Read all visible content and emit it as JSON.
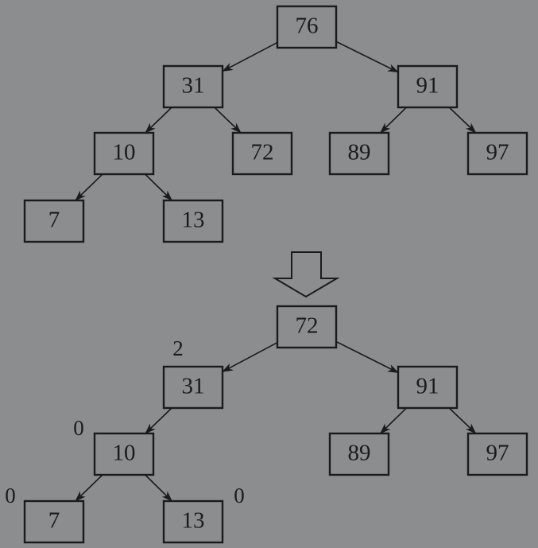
{
  "trees": [
    {
      "nodes": [
        {
          "id": "a76",
          "label": "76"
        },
        {
          "id": "a31",
          "label": "31"
        },
        {
          "id": "a91",
          "label": "91"
        },
        {
          "id": "a10",
          "label": "10"
        },
        {
          "id": "a72",
          "label": "72"
        },
        {
          "id": "a89",
          "label": "89"
        },
        {
          "id": "a97",
          "label": "97"
        },
        {
          "id": "a7",
          "label": "7"
        },
        {
          "id": "a13",
          "label": "13"
        }
      ],
      "edges": [
        [
          "a76",
          "a31"
        ],
        [
          "a76",
          "a91"
        ],
        [
          "a31",
          "a10"
        ],
        [
          "a31",
          "a72"
        ],
        [
          "a91",
          "a89"
        ],
        [
          "a91",
          "a97"
        ],
        [
          "a10",
          "a7"
        ],
        [
          "a10",
          "a13"
        ]
      ],
      "balance_labels": []
    },
    {
      "nodes": [
        {
          "id": "b72",
          "label": "72"
        },
        {
          "id": "b31",
          "label": "31"
        },
        {
          "id": "b91",
          "label": "91"
        },
        {
          "id": "b10",
          "label": "10"
        },
        {
          "id": "b89",
          "label": "89"
        },
        {
          "id": "b97",
          "label": "97"
        },
        {
          "id": "b7",
          "label": "7"
        },
        {
          "id": "b13",
          "label": "13"
        }
      ],
      "edges": [
        [
          "b72",
          "b31"
        ],
        [
          "b72",
          "b91"
        ],
        [
          "b31",
          "b10"
        ],
        [
          "b91",
          "b89"
        ],
        [
          "b91",
          "b97"
        ],
        [
          "b10",
          "b7"
        ],
        [
          "b10",
          "b13"
        ]
      ],
      "balance_labels": [
        {
          "node": "b31",
          "text": "2"
        },
        {
          "node": "b10",
          "text": "0"
        },
        {
          "node": "b7",
          "text": "0"
        },
        {
          "node": "b13",
          "text": "0"
        }
      ]
    }
  ]
}
